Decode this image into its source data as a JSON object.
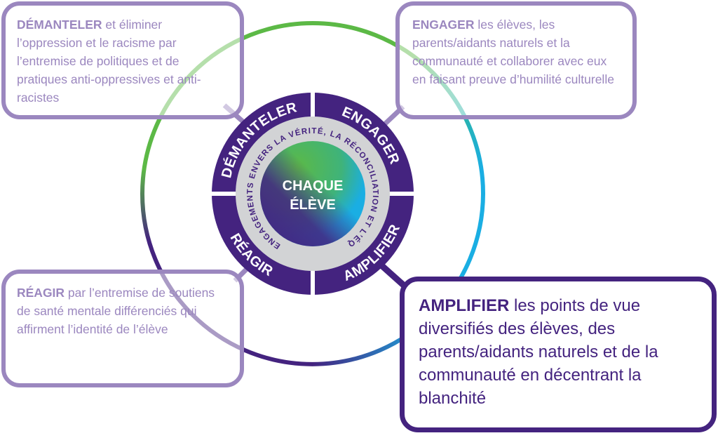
{
  "diagram": {
    "center": {
      "line1": "CHAQUE",
      "line2": "ÉLÈVE"
    },
    "inner_ring_text": "ENGAGEMENTS ENVERS LA VÉRITÉ, LA RÉCONCILIATION ET L’ÉQUITÉ",
    "segments": [
      {
        "id": "demanteler",
        "label": "DÉMANTELER"
      },
      {
        "id": "engager",
        "label": "ENGAGER"
      },
      {
        "id": "reagir",
        "label": "RÉAGIR"
      },
      {
        "id": "amplifier",
        "label": "AMPLIFIER"
      }
    ],
    "boxes": {
      "demanteler": {
        "keyword": "DÉMANTELER",
        "text": " et éliminer l’oppression et le racisme par l’entremise de politiques et de pratiques anti-oppressives et anti-racistes"
      },
      "engager": {
        "keyword": "ENGAGER",
        "text": " les élèves, les parents/aidants naturels et la communauté et collaborer avec eux en faisant preuve d’humilité culturelle"
      },
      "reagir": {
        "keyword": "RÉAGIR",
        "text": " par l’entremise de soutiens de santé mentale différenciés qui affirment l’identité de l’élève"
      },
      "amplifier": {
        "keyword": "AMPLIFIER",
        "text": " les points de vue diversifiés des élèves, des parents/aidants naturels et de la communauté en décentrant la blanchité"
      }
    },
    "colors": {
      "dark_purple": "#44237f",
      "light_purple": "#9b87bf",
      "gray_ring": "#d2d3d5",
      "green": "#5cb946",
      "blue": "#1aaee3",
      "white": "#ffffff"
    }
  }
}
